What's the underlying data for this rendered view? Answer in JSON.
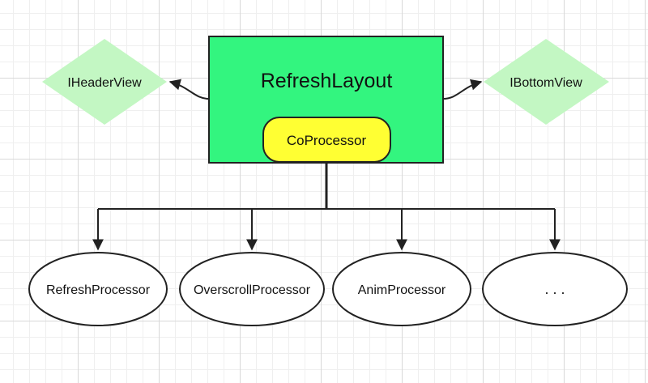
{
  "nodes": {
    "main": {
      "label": "RefreshLayout",
      "fill": "#33f57f"
    },
    "coprocessor": {
      "label": "CoProcessor",
      "fill": "#ffff33"
    },
    "header_view": {
      "label": "IHeaderView",
      "fill": "#c3f7c3"
    },
    "bottom_view": {
      "label": "IBottomView",
      "fill": "#c3f7c3"
    },
    "processors": [
      {
        "label": "RefreshProcessor"
      },
      {
        "label": "OverscrollProcessor"
      },
      {
        "label": "AnimProcessor"
      },
      {
        "label": ". . ."
      }
    ]
  },
  "colors": {
    "stroke": "#222222",
    "processor_fill": "#ffffff"
  }
}
